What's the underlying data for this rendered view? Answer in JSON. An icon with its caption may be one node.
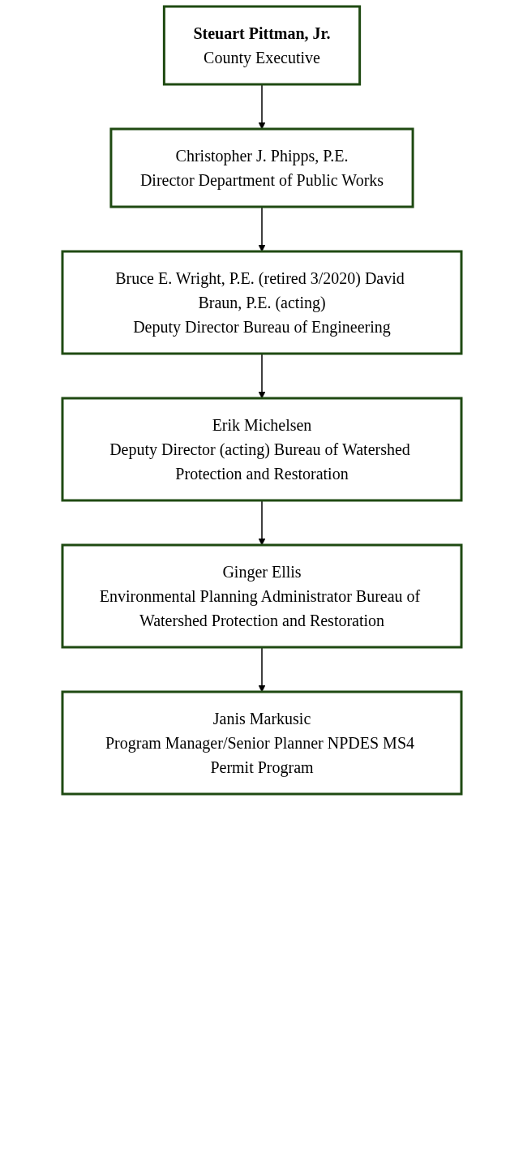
{
  "diagram": {
    "nodes": [
      {
        "text": [
          "Steuart Pittman, Jr.",
          "County Executive"
        ]
      },
      {
        "text": [
          "Christopher J. Phipps, P.E.",
          "Director Department of Public Works"
        ]
      },
      {
        "text": [
          "Bruce E. Wright, P.E. (retired 3/2020) David Braun, P.E. (acting)",
          "Deputy Director Bureau of Engineering"
        ]
      },
      {
        "text": [
          "Erik Michelsen",
          "Deputy Director (acting) Bureau of Watershed Protection and Restoration"
        ]
      },
      {
        "text": [
          "Ginger Ellis",
          "Environmental Planning Administrator Bureau of Watershed Protection and Restoration"
        ]
      },
      {
        "text": [
          "Janis Markusic",
          "Program Manager/Senior Planner NPDES MS4 Permit Program"
        ]
      }
    ],
    "edges": [
      {
        "from": 0,
        "to": 1,
        "arrow": "to"
      },
      {
        "from": 1,
        "to": 2,
        "arrow": "to"
      },
      {
        "from": 2,
        "to": 3,
        "arrow": "to"
      },
      {
        "from": 3,
        "to": 4,
        "arrow": "to"
      },
      {
        "from": 4,
        "to": 5,
        "arrow": "to"
      }
    ]
  }
}
